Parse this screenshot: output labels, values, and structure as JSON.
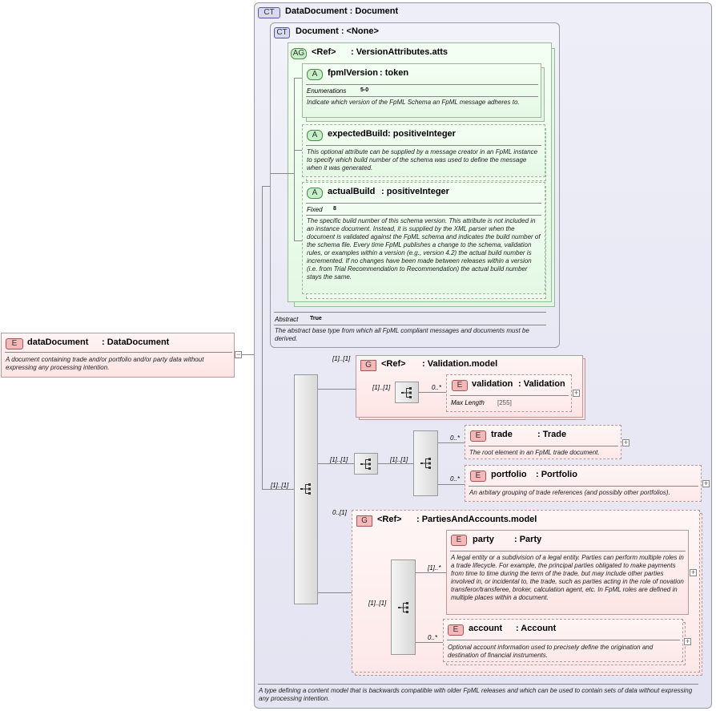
{
  "root": {
    "badge": "E",
    "name": "dataDocument",
    "type": ": DataDocument",
    "desc": "A document containing trade and/or portfolio and/or party data without expressing any processing intention."
  },
  "complex_type": {
    "badge": "CT",
    "title": "DataDocument : Document",
    "footer": "A type defining a content model that is backwards compatible with older FpML releases and which can be used to contain sets of data without expressing any processing intention."
  },
  "base_type": {
    "badge": "CT",
    "title": "Document : <None>",
    "abstract_label": "Abstract",
    "abstract_value": "True",
    "desc": "The abstract base type from which all FpML compliant messages and documents must be derived."
  },
  "attr_group": {
    "badge": "AG",
    "ref": "<Ref>",
    "name": ": VersionAttributes.atts"
  },
  "attributes": [
    {
      "badge": "A",
      "name": "fpmlVersion",
      "type": ": token",
      "meta_label": "Enumerations",
      "meta_value": "5-0",
      "desc": "Indicate which version of the FpML Schema an FpML message adheres to."
    },
    {
      "badge": "A",
      "name": "expectedBuild",
      "type": ": positiveInteger",
      "desc": "This optional attribute can be supplied by a message creator in an FpML instance to specify which build number of the schema was used to define the message when it was generated."
    },
    {
      "badge": "A",
      "name": "actualBuild",
      "type": ": positiveInteger",
      "meta_label": "Fixed",
      "meta_value": "8",
      "desc": "The specific build number of this schema version. This attribute is not included in an instance document. Instead, it is supplied by the XML parser when the document is validated against the FpML schema and indicates the build number of the schema file. Every time FpML publishes a change to the schema, validation rules, or examples within a version (e.g., version 4.2) the actual build number is incremented. If no changes have been made between releases within a version (i.e. from Trial Recommendation to Recommendation) the actual build number stays the same."
    }
  ],
  "validation_group": {
    "badge": "G",
    "ref": "<Ref>",
    "name": ": Validation.model",
    "mult": "[1]..[1]",
    "seq_mult": "[1]..[1]",
    "element": {
      "badge": "E",
      "name": "validation",
      "type": ": Validation",
      "mult": "0..*",
      "meta_label": "Max Length",
      "meta_value": "[255]"
    }
  },
  "main_sequence": {
    "mult": "[1]..[1]"
  },
  "choice": {
    "mult": "[1]..[1]",
    "inner_mult": "[1]..[1]",
    "trade": {
      "badge": "E",
      "name": "trade",
      "type": ": Trade",
      "mult": "0..*",
      "desc": "The root element in an FpML trade document."
    },
    "portfolio": {
      "badge": "E",
      "name": "portfolio",
      "type": ": Portfolio",
      "mult": "0..*",
      "desc": "An arbitary grouping of trade references (and possibly other portfolios)."
    }
  },
  "parties_group": {
    "badge": "G",
    "ref": "<Ref>",
    "name": ": PartiesAndAccounts.model",
    "mult": "0..[1]",
    "seq_mult": "[1]..[1]",
    "party": {
      "badge": "E",
      "name": "party",
      "type": ": Party",
      "mult": "[1]..*",
      "desc": "A legal entity or a subdivision of a legal entity. Parties can perform multiple roles in a trade lifecycle. For example, the principal parties obligated to make payments from time to time during the term of the trade, but may include other parties involved in, or incidental to, the trade, such as parties acting in the role of novation transferor/transferee, broker, calculation agent, etc. In FpML roles are defined in multiple places within a document."
    },
    "account": {
      "badge": "E",
      "name": "account",
      "type": ": Account",
      "mult": "0..*",
      "desc": "Optional account information used to precisely define the origination and destination of financial instruments."
    }
  },
  "plus_sign": "+",
  "minus_sign": "−"
}
